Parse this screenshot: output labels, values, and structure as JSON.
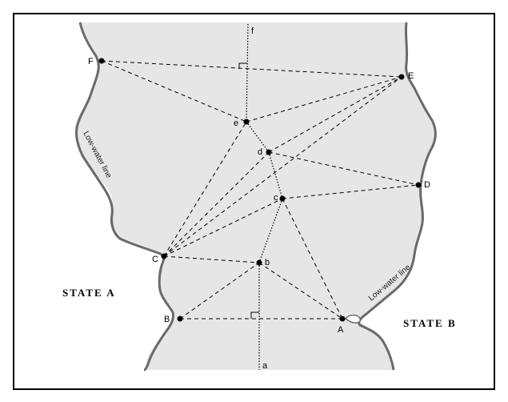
{
  "diagram": {
    "states": {
      "left": "STATE A",
      "right": "STATE B"
    },
    "shoreline_label": "Low-water line",
    "points": {
      "F": "F",
      "E": "E",
      "D": "D",
      "C": "C",
      "B": "B",
      "A": "A",
      "a": "a",
      "b": "b",
      "c": "c",
      "d": "d",
      "e": "e",
      "f": "f"
    }
  },
  "colors": {
    "water": "#e6e6e6",
    "shore_stroke": "#6a6a6a",
    "line": "#000000",
    "frame": "#000000"
  }
}
